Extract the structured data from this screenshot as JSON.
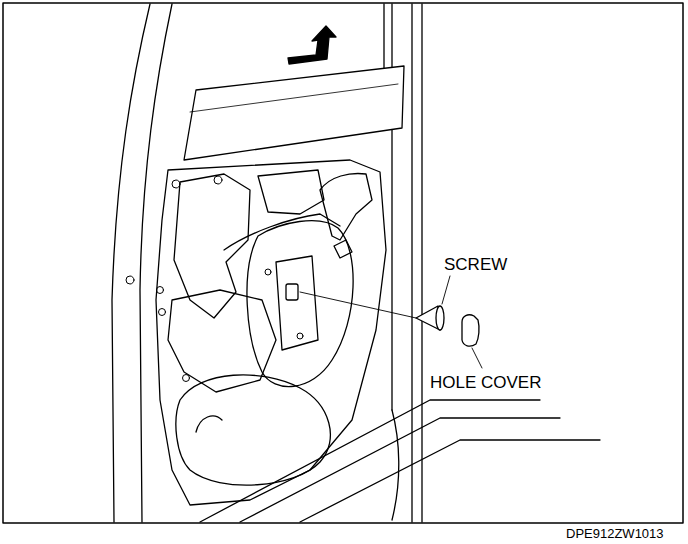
{
  "diagram": {
    "labels": [
      "SCREW",
      "HOLE COVER",
      "DPE912ZW1013"
    ]
  }
}
